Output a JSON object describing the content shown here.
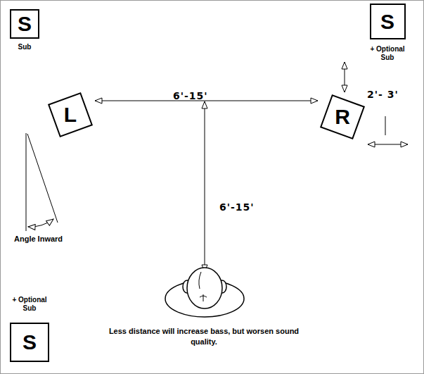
{
  "diagram": {
    "nodes": [
      {
        "text": [
          "S",
          "Sub"
        ]
      },
      {
        "text": [
          "S",
          "+ Optional Sub"
        ]
      },
      {
        "text": [
          "L"
        ]
      },
      {
        "text": [
          "R"
        ]
      },
      {
        "text": [
          "+ Optional Sub",
          "S"
        ]
      }
    ],
    "edges": [
      {
        "from": 2,
        "to": 3,
        "label": "6'-15'",
        "arrow": "both"
      },
      {
        "from": 1,
        "to": 3,
        "label": "2'- 3'",
        "arrow": "both"
      }
    ],
    "labels": [
      "Angle Inward",
      "6'-15'",
      "Less distance will increase bass, but worsen sound quality."
    ]
  }
}
